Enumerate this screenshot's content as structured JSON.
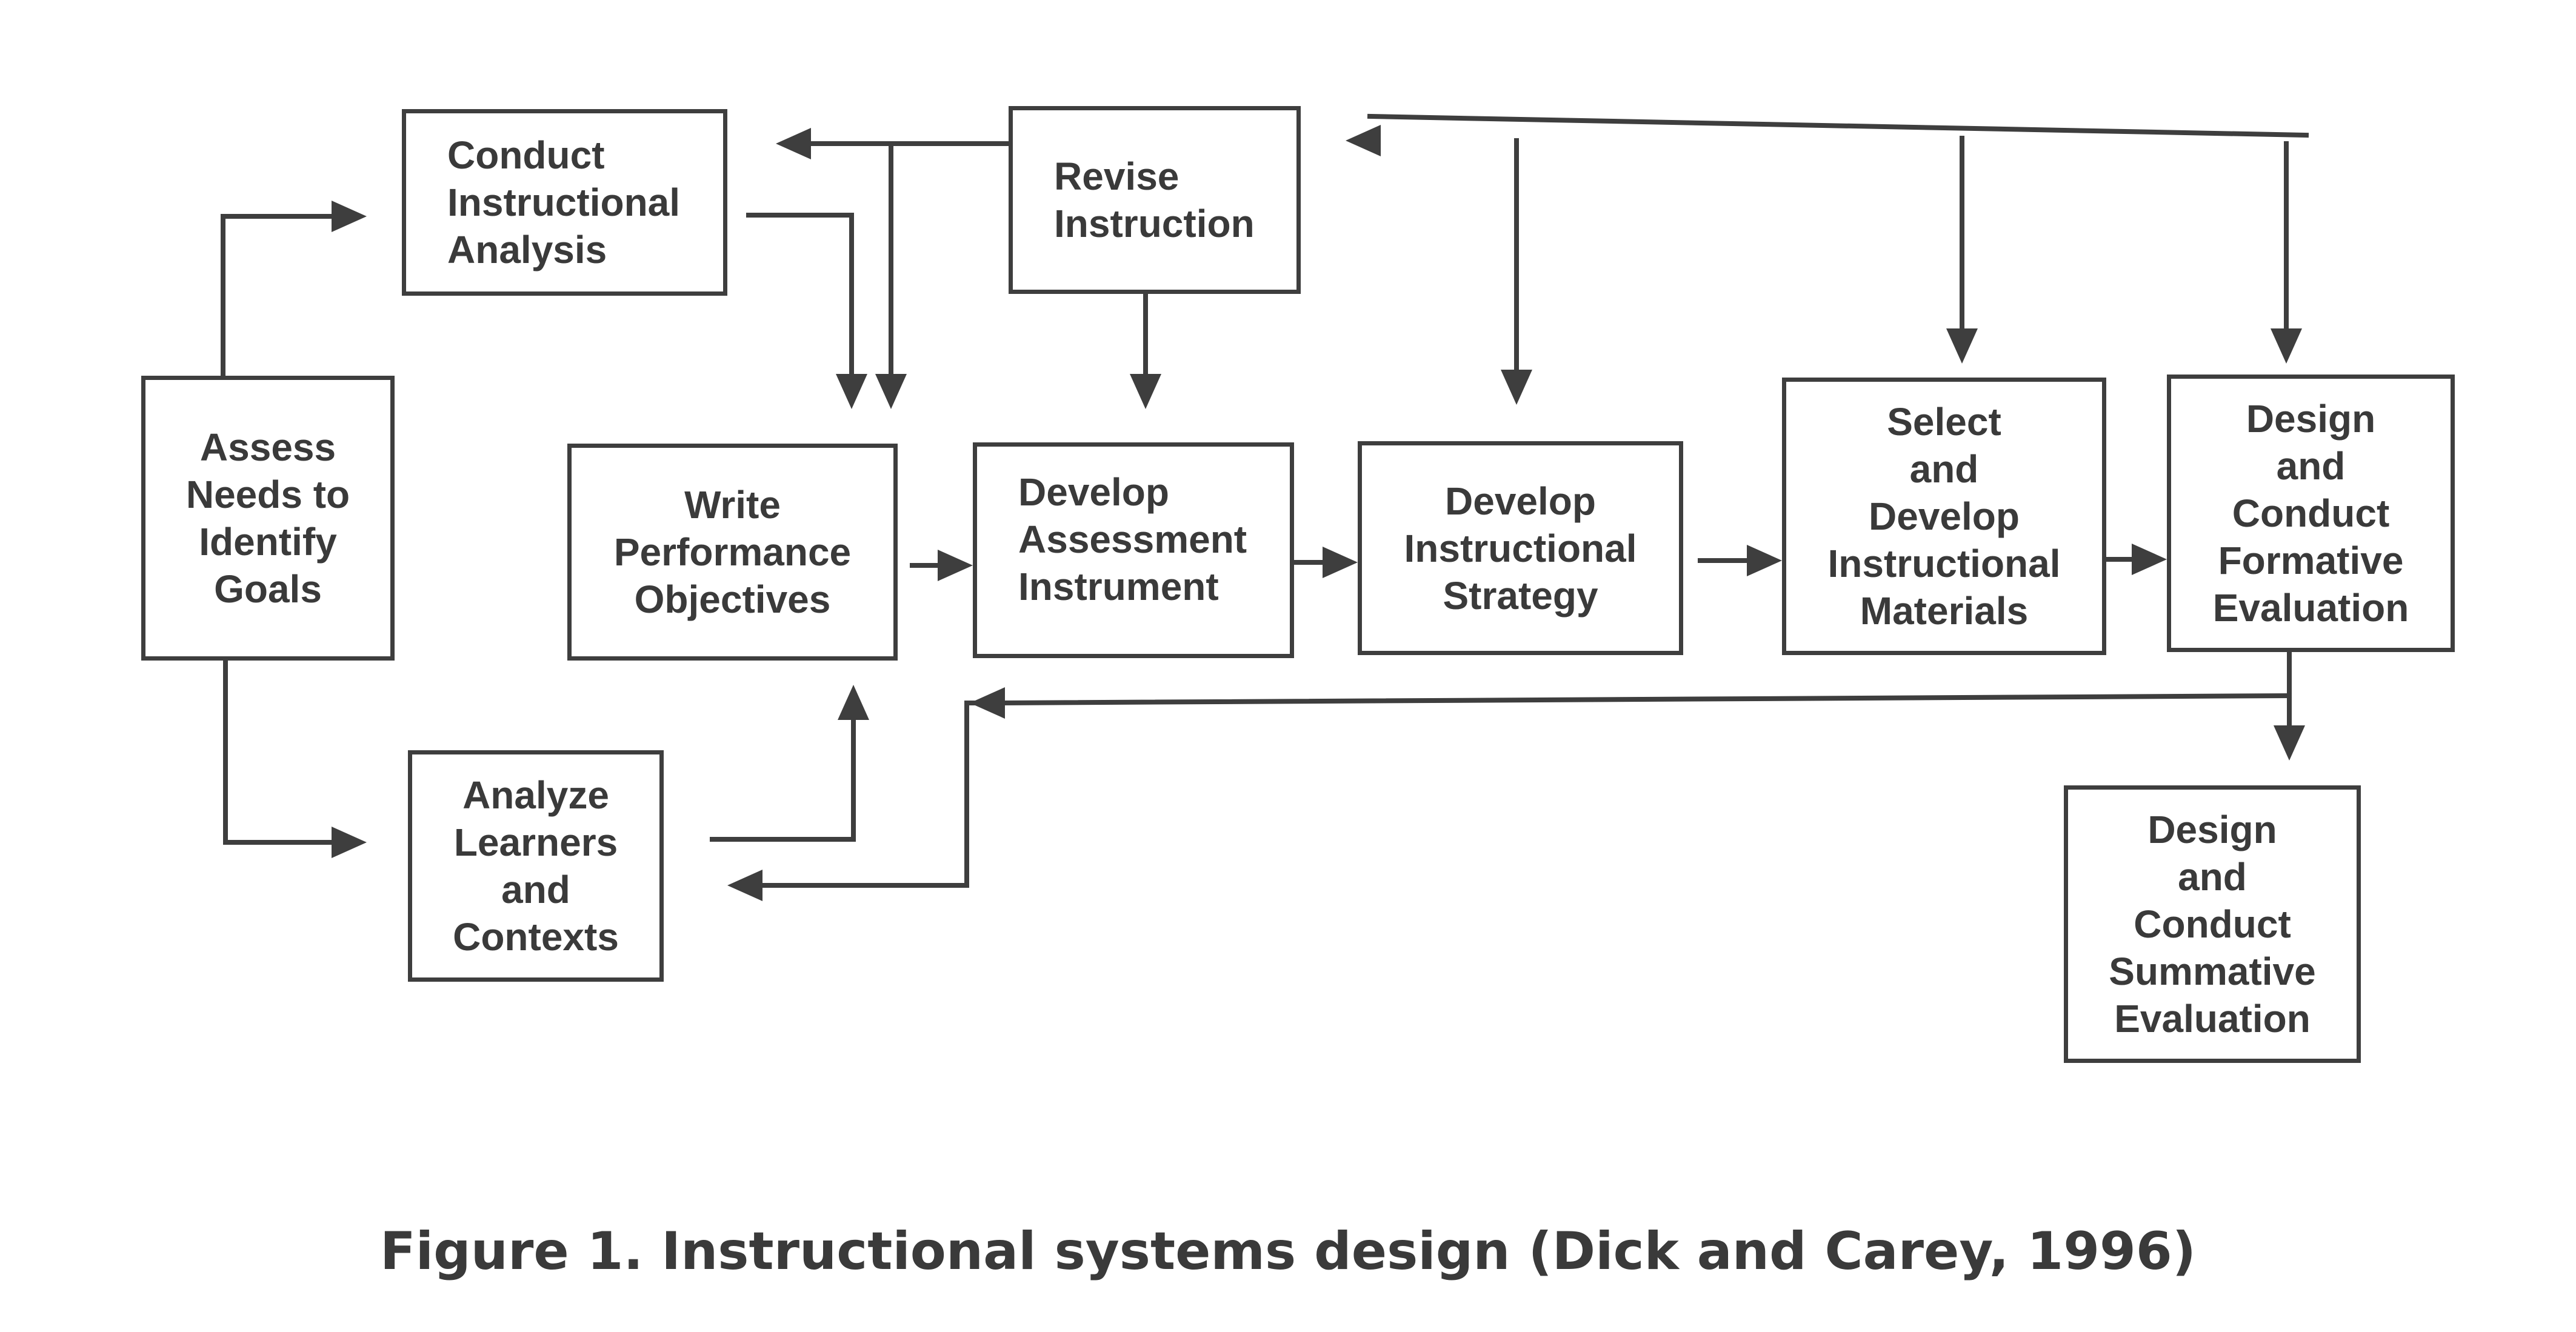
{
  "diagram": {
    "nodes": {
      "assess": [
        "Assess",
        "Needs to",
        "Identify",
        "Goals"
      ],
      "conduct_analysis": [
        "Conduct",
        "Instructional",
        "Analysis"
      ],
      "analyze_learners": [
        "Analyze",
        "Learners",
        "and",
        "Contexts"
      ],
      "write_objectives": [
        "Write",
        "Performance",
        "Objectives"
      ],
      "revise": [
        "Revise",
        "Instruction"
      ],
      "develop_assessment": [
        "Develop",
        "Assessment",
        "Instrument"
      ],
      "develop_strategy": [
        "Develop",
        "Instructional",
        "Strategy"
      ],
      "select_materials": [
        "Select",
        "and",
        "Develop",
        "Instructional",
        "Materials"
      ],
      "formative": [
        "Design",
        "and",
        "Conduct",
        "Formative",
        "Evaluation"
      ],
      "summative": [
        "Design",
        "and",
        "Conduct",
        "Summative",
        "Evaluation"
      ]
    },
    "edges": [
      {
        "from": "assess",
        "to": "conduct_analysis"
      },
      {
        "from": "assess",
        "to": "analyze_learners"
      },
      {
        "from": "conduct_analysis",
        "to": "write_objectives"
      },
      {
        "from": "analyze_learners",
        "to": "write_objectives"
      },
      {
        "from": "write_objectives",
        "to": "develop_assessment"
      },
      {
        "from": "develop_assessment",
        "to": "develop_strategy"
      },
      {
        "from": "develop_strategy",
        "to": "select_materials"
      },
      {
        "from": "select_materials",
        "to": "formative"
      },
      {
        "from": "formative",
        "to": "summative"
      },
      {
        "from": "formative",
        "to": "revise"
      },
      {
        "from": "formative",
        "to": "analyze_learners"
      },
      {
        "from": "revise",
        "to": "conduct_analysis"
      },
      {
        "from": "revise",
        "to": "write_objectives"
      },
      {
        "from": "revise",
        "to": "develop_assessment"
      },
      {
        "from": "revise",
        "to": "develop_strategy"
      },
      {
        "from": "revise",
        "to": "select_materials"
      },
      {
        "from": "revise",
        "to": "formative"
      }
    ]
  },
  "caption": "Figure 1. Instructional systems design (Dick and Carey, 1996)",
  "colors": {
    "ink": "#3e3e3e",
    "background": "#ffffff"
  }
}
